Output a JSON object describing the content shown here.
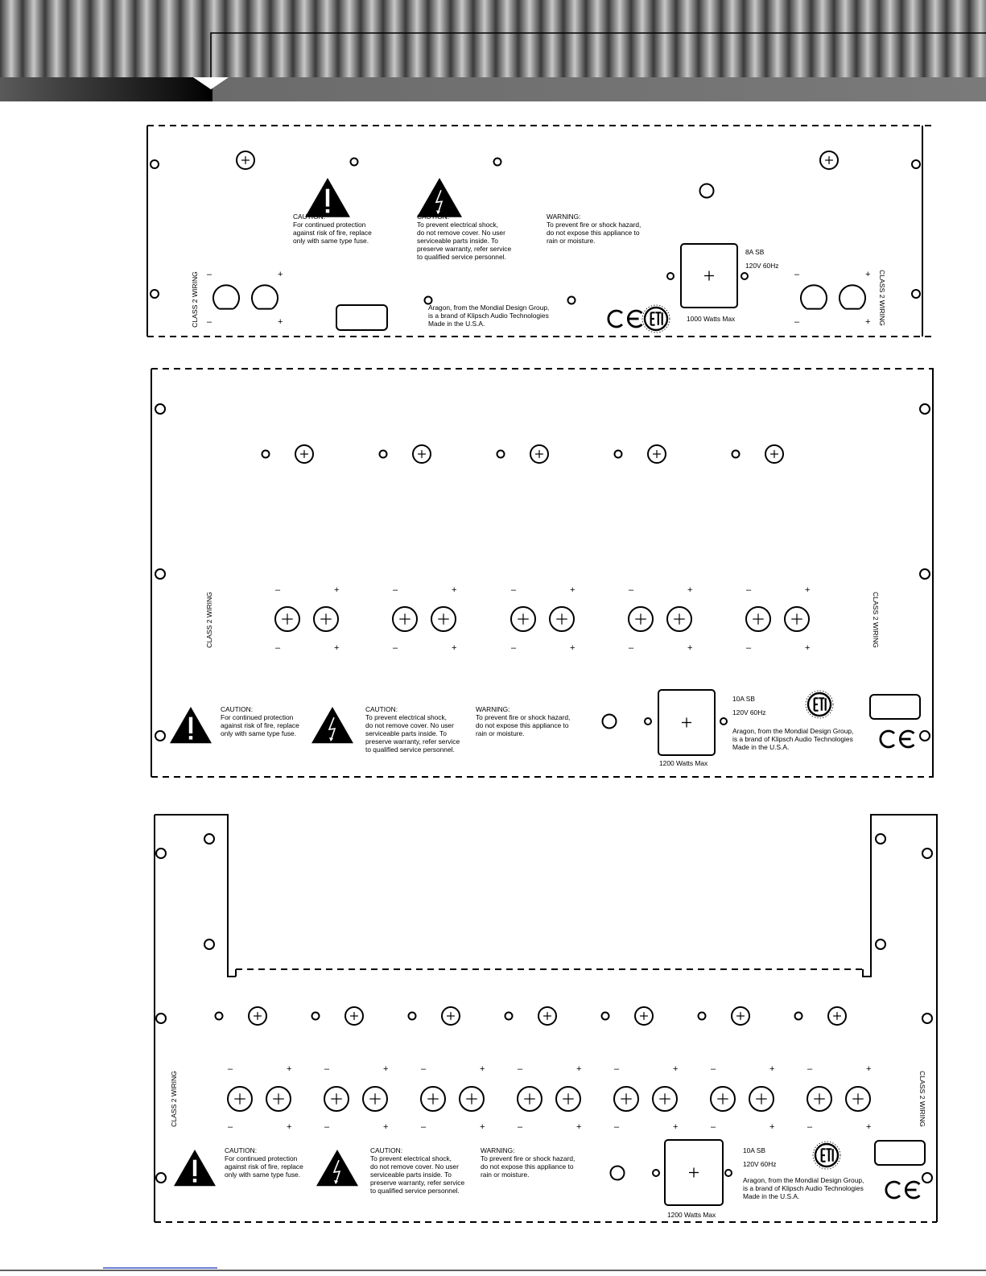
{
  "colors": {
    "ink": "#000000",
    "header_dark": "#1a1a1a",
    "header_grey": "#6f6f6f",
    "header_stripe_light": "#bdbdbd",
    "footer_link": "#3b55c6"
  },
  "icons": [
    "warning-triangle-icon",
    "lightning-triangle-icon",
    "ce-mark-icon",
    "etl-mark-icon",
    "binding-post-icon",
    "mounting-hole-icon"
  ],
  "text": {
    "class2": "CLASS 2 WIRING",
    "minus": "–",
    "plus": "+",
    "caution_fuse": [
      "CAUTION:",
      "For continued protection",
      "against risk of fire, replace",
      "only with same type fuse."
    ],
    "caution_shock": [
      "CAUTION:",
      "To prevent electrical shock,",
      "do not remove cover. No user",
      "serviceable parts inside. To",
      "preserve warranty, refer service",
      "to qualified service personnel."
    ],
    "warning_fire": [
      "WARNING:",
      "To prevent fire or shock hazard,",
      "do not expose this appliance to",
      "rain or moisture."
    ],
    "brand": [
      "Aragon, from the Mondial Design Group,",
      "is a brand of Klipsch Audio Technologies",
      "Made in the U.S.A."
    ]
  },
  "panel1": {
    "fuse": "8A SB",
    "voltage": "120V 60Hz",
    "watts": "1000 Watts Max"
  },
  "panel2": {
    "fuse": "10A SB",
    "voltage": "120V 60Hz",
    "watts": "1200 Watts Max"
  },
  "panel3": {
    "fuse": "10A SB",
    "voltage": "120V 60Hz",
    "watts": "1200 Watts Max"
  }
}
